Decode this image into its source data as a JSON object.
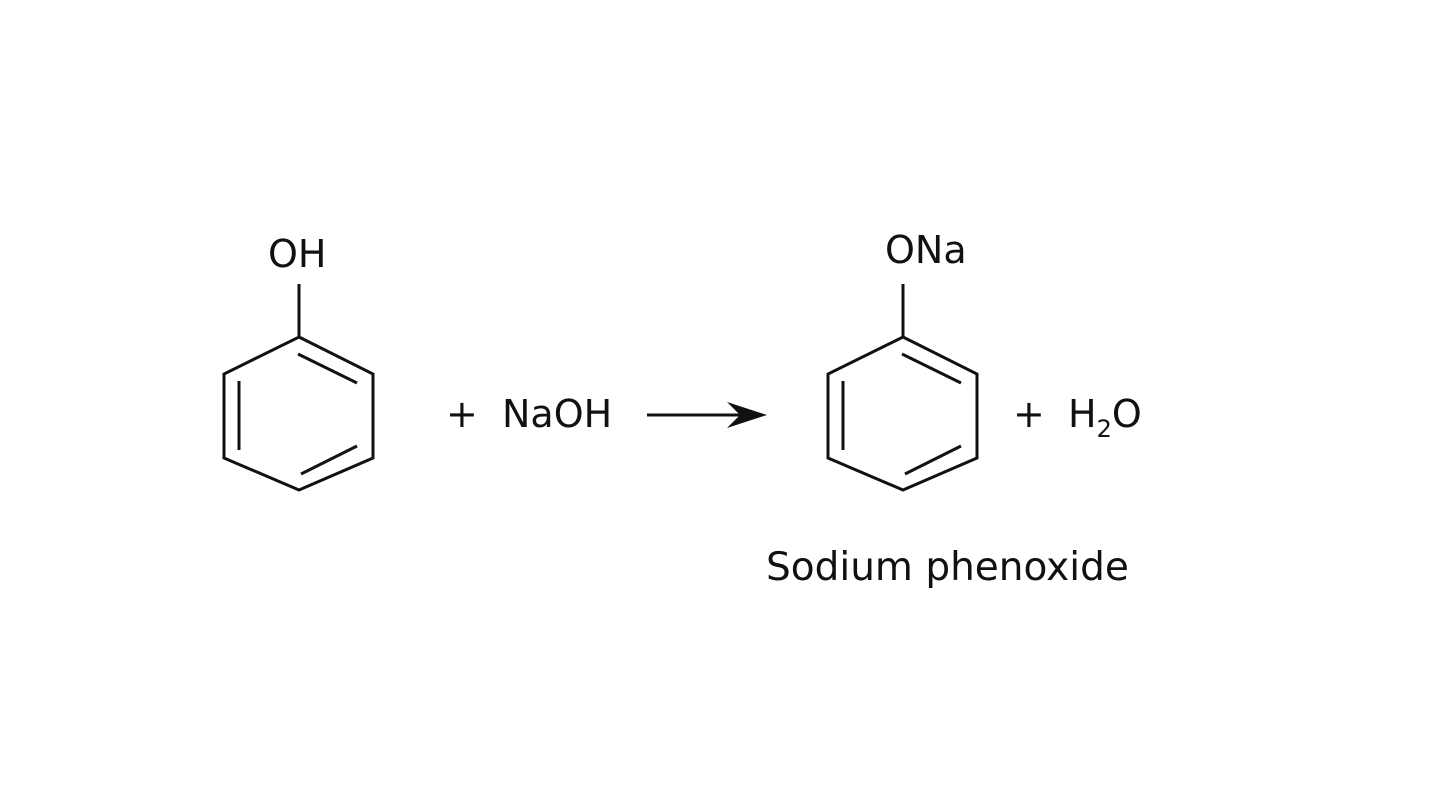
{
  "reactants": {
    "phenol_substituent": "OH",
    "plus": "+",
    "reagent": "NaOH"
  },
  "products": {
    "phenoxide_substituent": "ONa",
    "plus": "+",
    "water": {
      "main": "H",
      "subscript": "2",
      "tail": "O"
    },
    "caption": "Sodium phenoxide"
  },
  "colors": {
    "ink": "#111111",
    "background": "#ffffff"
  }
}
